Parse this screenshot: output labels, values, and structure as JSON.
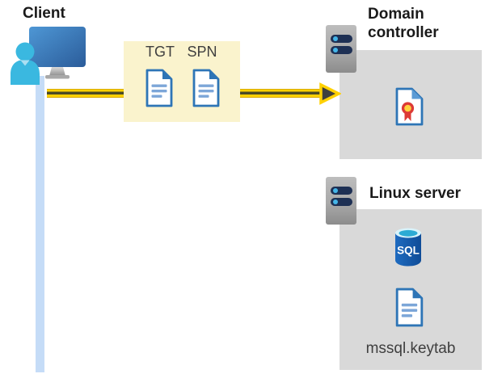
{
  "client": {
    "label": "Client"
  },
  "ticket_box": {
    "tickets": [
      {
        "label": "TGT"
      },
      {
        "label": "SPN"
      }
    ]
  },
  "domain_controller": {
    "label": "Domain controller"
  },
  "linux_server": {
    "label": "Linux server",
    "sql_label": "SQL",
    "keytab_label": "mssql.keytab"
  },
  "colors": {
    "arrow-yellow": "#FFD103",
    "arrow-core": "#4A4A26",
    "arrow-head-fill": "#3F3F3F",
    "ticket-box-bg": "#FAF3CD",
    "zone-bg": "#D9D9D9",
    "doc-border-blue": "#2E75B6",
    "doc-line-blue": "#7CA6D8",
    "doc-fold-blue": "#5B9BD5",
    "line-blue": "#C5DCF7",
    "person-cyan": "#3AB8E0",
    "person-notch-cyan": "#AADFF2",
    "monitor-blue-top": "#4E97D5",
    "monitor-blue-bottom": "#2B5C9A",
    "server-slot-navy": "#1E3054",
    "server-dot-cyan": "#45B5E8",
    "sql-body-blue": "#1660B4",
    "sql-top-light": "#D8F3FB",
    "sql-top-teal": "#2CABD4",
    "cert-red": "#DD3A35",
    "cert-gold": "#FFD23D",
    "text-dark": "#3F3F3F",
    "title-black": "#1A1A1A"
  }
}
